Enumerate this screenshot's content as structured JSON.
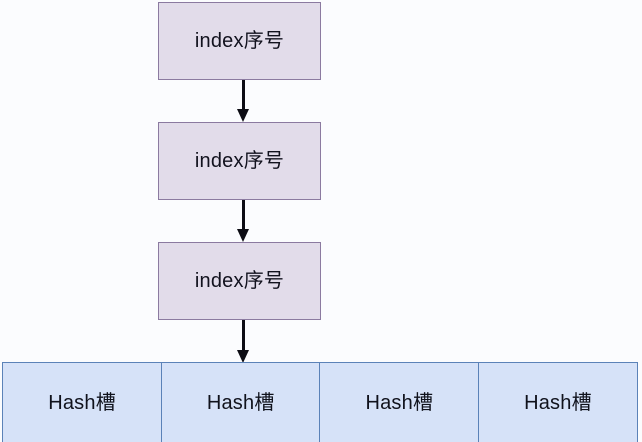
{
  "diagram": {
    "title": "index chain to hash slot row",
    "background_color": "#fbfcfe",
    "index_chain": {
      "box_fill": "#e2dcea",
      "box_border": "#8b7aa0",
      "arrow_color": "#0c0c14",
      "boxes": [
        {
          "label": "index序号"
        },
        {
          "label": "index序号"
        },
        {
          "label": "index序号"
        }
      ],
      "arrows": [
        {
          "direction": "down",
          "from": "index-box-1",
          "to": "index-box-2"
        },
        {
          "direction": "down",
          "from": "index-box-2",
          "to": "index-box-3"
        },
        {
          "direction": "down",
          "from": "index-box-3",
          "to": "hash-cell-2"
        }
      ]
    },
    "hash_row": {
      "cell_fill": "#d6e2f8",
      "cell_border": "#5b82b8",
      "cells": [
        {
          "label": "Hash槽"
        },
        {
          "label": "Hash槽"
        },
        {
          "label": "Hash槽"
        },
        {
          "label": "Hash槽"
        }
      ]
    }
  }
}
